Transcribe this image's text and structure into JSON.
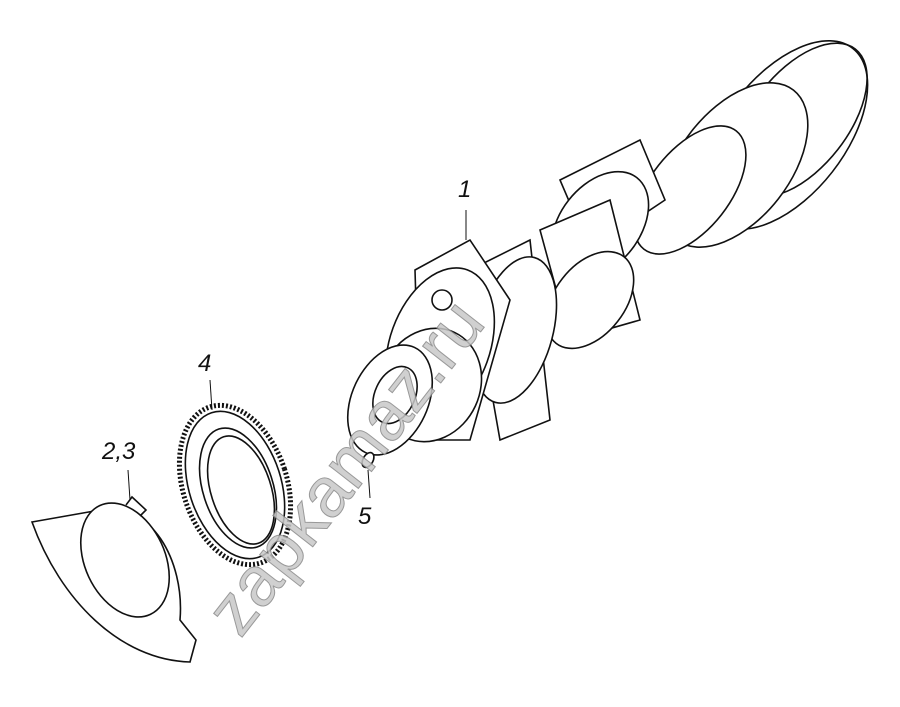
{
  "title": "Crankshaft assembly exploded view",
  "callouts": [
    {
      "id": "1",
      "label": "1"
    },
    {
      "id": "2-3",
      "label": "2,3"
    },
    {
      "id": "4",
      "label": "4"
    },
    {
      "id": "5",
      "label": "5"
    }
  ],
  "watermark": "zapkamaz.ru"
}
